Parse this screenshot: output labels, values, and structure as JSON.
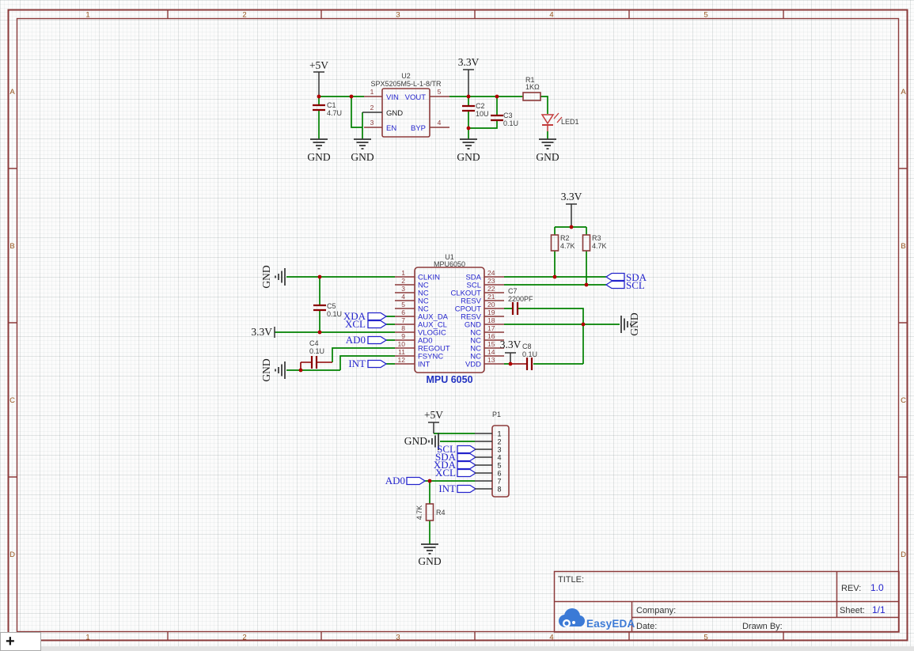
{
  "colors": {
    "wire": "#008100",
    "component_outline": "#8b3a3a",
    "capacitor": "#8b0000",
    "led": "#c23b3b",
    "pin_name_text": "#2424cc",
    "pin_number_text": "#8b3a3a",
    "port_flag": "#2424cc",
    "net_flag_text": "#1a1a1a",
    "junction_dot": "#b00000",
    "frame": "#8b3a3a",
    "ruler_text": "#94511a",
    "title_value_blue": "#2424cc",
    "logo_blue": "#3b7ad6"
  },
  "ruler": {
    "top": [
      "1",
      "2",
      "3",
      "4",
      "5"
    ],
    "bottom": [
      "1",
      "2",
      "3",
      "4",
      "5"
    ],
    "left": [
      "A",
      "B",
      "C",
      "D"
    ],
    "right": [
      "A",
      "B",
      "C",
      "D"
    ]
  },
  "net_labels": {
    "gnd": "GND",
    "v5": "+5V",
    "v33": "3.3V"
  },
  "regulator": {
    "u2": {
      "ref": "U2",
      "part": "SPX5205M5-L-1-8/TR",
      "pins": {
        "vin": {
          "num": "1",
          "name": "VIN"
        },
        "gnd": {
          "num": "2",
          "name": "GND"
        },
        "en": {
          "num": "3",
          "name": "EN"
        },
        "vout": {
          "num": "5",
          "name": "VOUT"
        },
        "byp": {
          "num": "4",
          "name": "BYP"
        }
      }
    },
    "c1": {
      "ref": "C1",
      "value": "4.7U"
    },
    "c2": {
      "ref": "C2",
      "value": "10U"
    },
    "c3": {
      "ref": "C3",
      "value": "0.1U"
    },
    "r1": {
      "ref": "R1",
      "value": "1KΩ"
    },
    "led1": {
      "ref": "LED1"
    }
  },
  "mpu": {
    "u1": {
      "ref": "U1",
      "part": "MPU6050",
      "label": "MPU 6050",
      "left_pins": [
        {
          "num": "1",
          "name": "CLKIN"
        },
        {
          "num": "2",
          "name": "NC"
        },
        {
          "num": "3",
          "name": "NC"
        },
        {
          "num": "4",
          "name": "NC"
        },
        {
          "num": "5",
          "name": "NC"
        },
        {
          "num": "6",
          "name": "AUX_DA"
        },
        {
          "num": "7",
          "name": "AUX_CL"
        },
        {
          "num": "8",
          "name": "VLOGIC"
        },
        {
          "num": "9",
          "name": "AD0"
        },
        {
          "num": "10",
          "name": "REGOUT"
        },
        {
          "num": "11",
          "name": "FSYNC"
        },
        {
          "num": "12",
          "name": "INT"
        }
      ],
      "right_pins": [
        {
          "num": "24",
          "name": "SDA"
        },
        {
          "num": "23",
          "name": "SCL"
        },
        {
          "num": "22",
          "name": "CLKOUT"
        },
        {
          "num": "21",
          "name": "RESV"
        },
        {
          "num": "20",
          "name": "CPOUT"
        },
        {
          "num": "19",
          "name": "RESV"
        },
        {
          "num": "18",
          "name": "GND"
        },
        {
          "num": "17",
          "name": "NC"
        },
        {
          "num": "16",
          "name": "NC"
        },
        {
          "num": "15",
          "name": "NC"
        },
        {
          "num": "14",
          "name": "NC"
        },
        {
          "num": "13",
          "name": "VDD"
        }
      ]
    },
    "c4": {
      "ref": "C4",
      "value": "0.1U"
    },
    "c5": {
      "ref": "C5",
      "value": "0.1U"
    },
    "c7": {
      "ref": "C7",
      "value": "2200PF"
    },
    "c8": {
      "ref": "C8",
      "value": "0.1U"
    },
    "r2": {
      "ref": "R2",
      "value": "4.7K"
    },
    "r3": {
      "ref": "R3",
      "value": "4.7K"
    },
    "ports": {
      "xda": "XDA",
      "xcl": "XCL",
      "ad0": "AD0",
      "int": "INT",
      "sda": "SDA",
      "scl": "SCL"
    }
  },
  "connector": {
    "p1": {
      "ref": "P1",
      "pins": [
        "1",
        "2",
        "3",
        "4",
        "5",
        "6",
        "7",
        "8"
      ]
    },
    "r4": {
      "ref": "R4",
      "value": "4.7K"
    },
    "ports": {
      "scl": "SCL",
      "sda": "SDA",
      "xda": "XDA",
      "xcl": "XCL",
      "ad0": "AD0",
      "int": "INT"
    }
  },
  "title_block": {
    "title_label": "TITLE:",
    "rev_label": "REV:",
    "rev_value": "1.0",
    "company_label": "Company:",
    "sheet_label": "Sheet:",
    "sheet_value": "1/1",
    "date_label": "Date:",
    "drawn_by_label": "Drawn By:",
    "logo_text": "EasyEDA"
  },
  "controls": {
    "zoom_button": "+"
  }
}
